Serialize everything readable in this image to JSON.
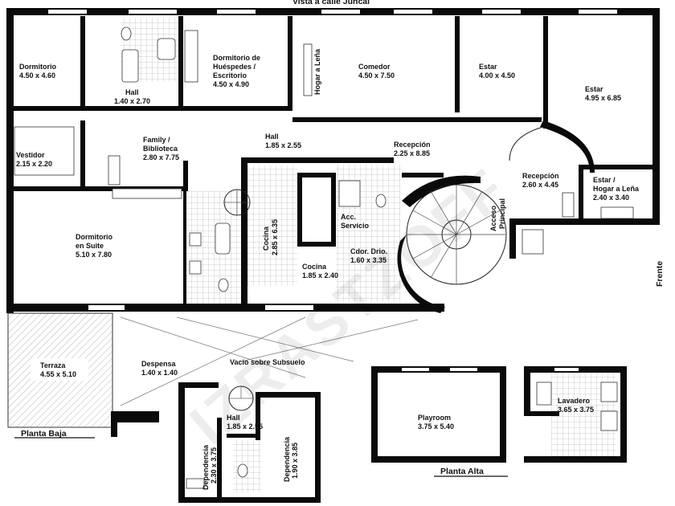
{
  "header": {
    "street_view": "Vista a calle Juncal"
  },
  "side_label": "Frente",
  "watermark": "IZRASTZOFF",
  "void_label": "Vacio sobre Subsuelo",
  "floors": {
    "baja": "Planta Baja",
    "alta": "Planta Alta"
  },
  "rooms": {
    "dormitorio": {
      "name": "Dormitorio",
      "size": "4.50 x 4.60"
    },
    "hall_top": {
      "name": "Hall",
      "size": "1.40 x 2.70"
    },
    "huespedes": {
      "name1": "Dormitorio de",
      "name2": "Huéspedes /",
      "name3": "Escritorio",
      "size": "4.50 x 4.90"
    },
    "hogar_lena": {
      "name": "Hogar a Leña"
    },
    "comedor": {
      "name": "Comedor",
      "size": "4.50 x 7.50"
    },
    "estar1": {
      "name": "Estar",
      "size": "4.00 x 4.50"
    },
    "estar2": {
      "name": "Estar",
      "size": "4.95 x 6.85"
    },
    "vestidor": {
      "name": "Vestidor",
      "size": "2.15 x 2.20"
    },
    "family": {
      "name1": "Family /",
      "name2": "Biblioteca",
      "size": "2.80 x 7.75"
    },
    "hall_mid": {
      "name": "Hall",
      "size": "1.85 x 2.55"
    },
    "recepcion1": {
      "name": "Recepción",
      "size": "2.25 x 8.85"
    },
    "recepcion2": {
      "name": "Recepción",
      "size": "2.60 x 4.45"
    },
    "estar_hogar": {
      "name1": "Estar /",
      "name2": "Hogar a Leña",
      "size": "2.40 x 3.40"
    },
    "suite": {
      "name1": "Dormitorio",
      "name2": "en Suite",
      "size": "5.10 x 7.80"
    },
    "cocina_v": {
      "name": "Cocina",
      "size": "2.85 x 6.35"
    },
    "acc_servicio": {
      "name1": "Acc.",
      "name2": "Servicio"
    },
    "cdor": {
      "name": "Cdor. Drio.",
      "size": "1.60 x 3.35"
    },
    "cocina_h": {
      "name": "Cocina",
      "size": "1.85 x 2.40"
    },
    "acceso": {
      "name1": "Acceso",
      "name2": "Principal"
    },
    "terraza": {
      "name": "Terraza",
      "size": "4.55 x 5.10"
    },
    "despensa": {
      "name": "Despensa",
      "size": "1.40 x 1.40"
    },
    "hall_low": {
      "name": "Hall",
      "size": "1.85 x 2.55"
    },
    "dependencia1": {
      "name": "Dependencia",
      "size": "2.30 x 3.75"
    },
    "dependencia2": {
      "name": "Dependencia",
      "size": "1.90 x 3.85"
    },
    "playroom": {
      "name": "Playroom",
      "size": "3.75 x 5.40"
    },
    "lavadero": {
      "name": "Lavadero",
      "size": "3.65 x 3.75"
    }
  }
}
